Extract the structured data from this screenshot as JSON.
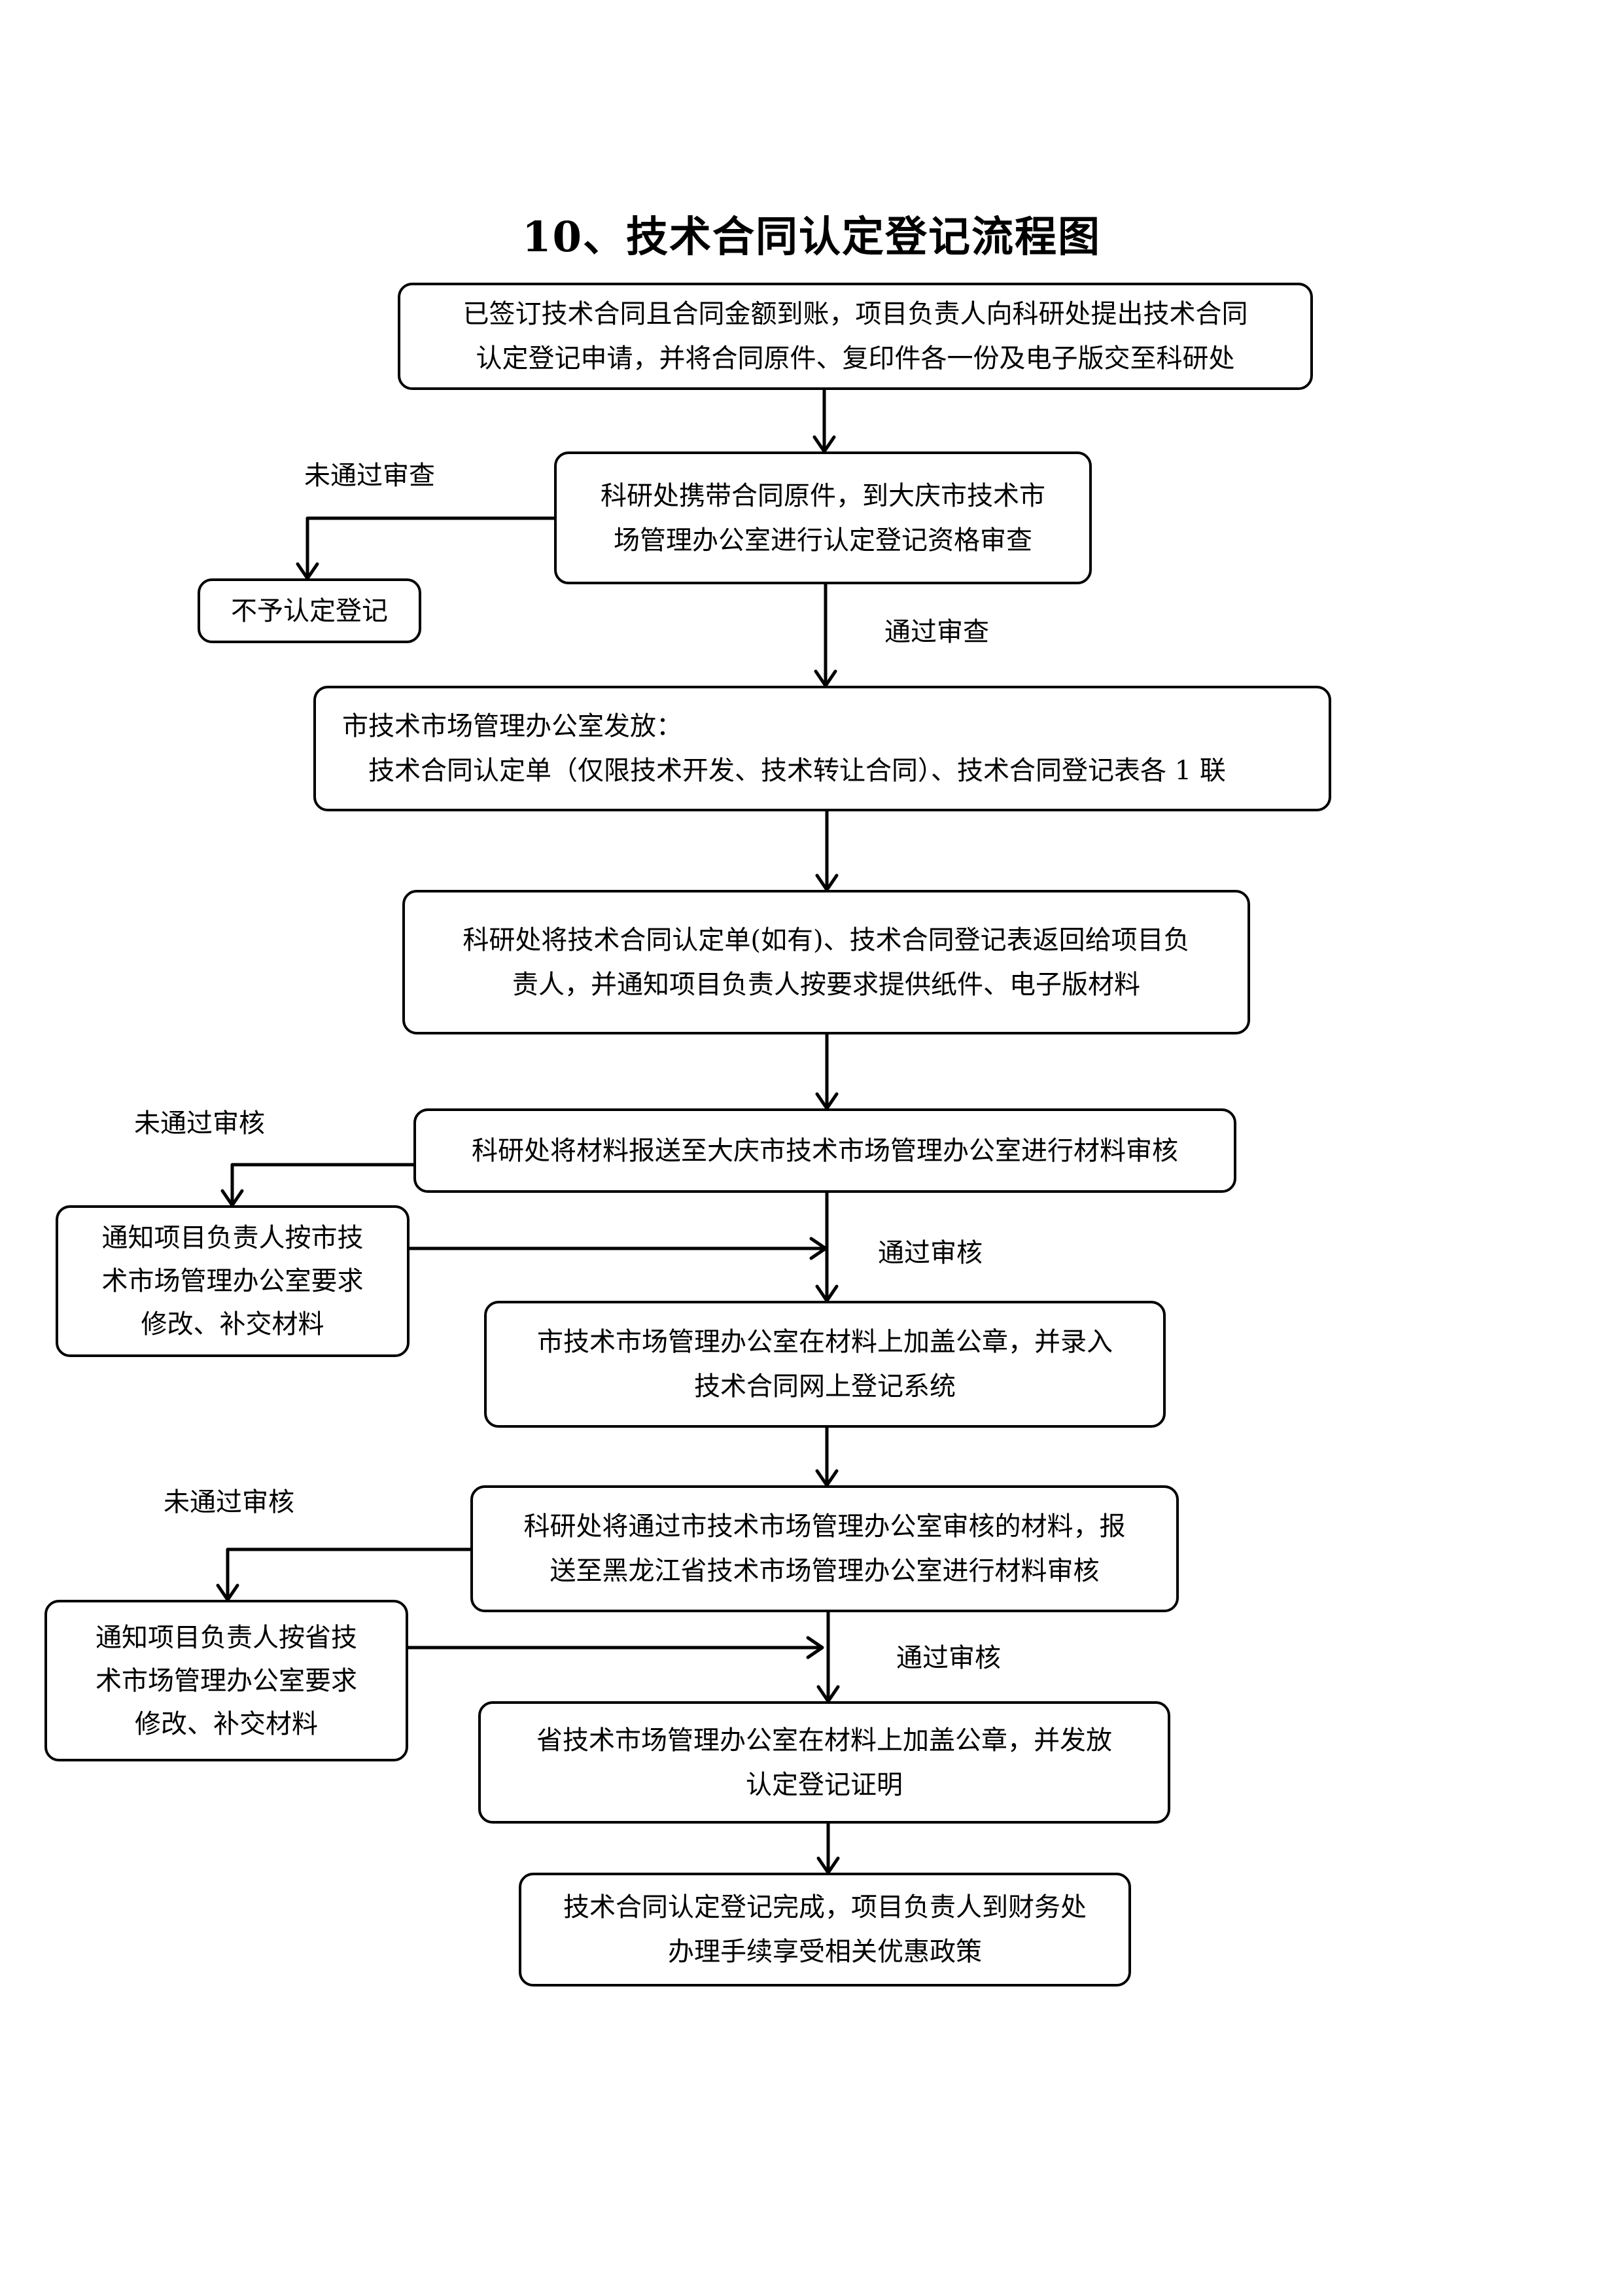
{
  "title": "10、技术合同认定登记流程图",
  "steps": {
    "s1": [
      "已签订技术合同且合同金额到账，项目负责人向科研处提出技术合同",
      "认定登记申请，并将合同原件、复印件各一份及电子版交至科研处"
    ],
    "s2": [
      "科研处携带合同原件，到大庆市技术市",
      "场管理办公室进行认定登记资格审查"
    ],
    "s3": [
      "市技术市场管理办公室发放：",
      "技术合同认定单（仅限技术开发、技术转让合同）、技术合同登记表各 1 联"
    ],
    "s4": [
      "科研处将技术合同认定单(如有)、技术合同登记表返回给项目负",
      "责人，并通知项目负责人按要求提供纸件、电子版材料"
    ],
    "s5": [
      "科研处将材料报送至大庆市技术市场管理办公室进行材料审核"
    ],
    "s6": [
      "市技术市场管理办公室在材料上加盖公章，并录入",
      "技术合同网上登记系统"
    ],
    "s7": [
      "科研处将通过市技术市场管理办公室审核的材料，报",
      "送至黑龙江省技术市场管理办公室进行材料审核"
    ],
    "s8": [
      "省技术市场管理办公室在材料上加盖公章，并发放",
      "认定登记证明"
    ],
    "s9": [
      "技术合同认定登记完成，项目负责人到财务处",
      "办理手续享受相关优惠政策"
    ]
  },
  "side_boxes": {
    "reject": [
      "不予认定登记"
    ],
    "fix_city": [
      "通知项目负责人按市技",
      "术市场管理办公室要求",
      "修改、补交材料"
    ],
    "fix_province": [
      "通知项目负责人按省技",
      "术市场管理办公室要求",
      "修改、补交材料"
    ]
  },
  "labels": {
    "fail_review": "未通过审查",
    "pass_review": "通过审查",
    "fail_audit_1": "未通过审核",
    "pass_audit_1": "通过审核",
    "fail_audit_2": "未通过审核",
    "pass_audit_2": "通过审核"
  }
}
